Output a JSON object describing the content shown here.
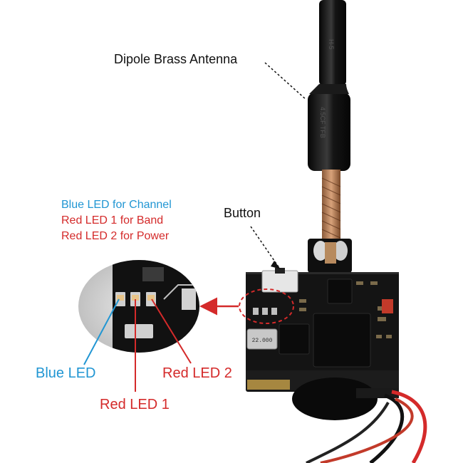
{
  "labels": {
    "antenna": "Dipole Brass Antenna",
    "button": "Button",
    "legend": {
      "channel": "Blue LED for Channel",
      "band": "Red LED 1 for Band",
      "power": "Red LED 2 for Power"
    },
    "blue_led": "Blue LED",
    "red_led_1": "Red LED 1",
    "red_led_2": "Red LED 2"
  },
  "chip_marking": "22.000",
  "colors": {
    "blue": "#2196d3",
    "red": "#d42a2a",
    "black": "#111111",
    "pcb": "#141414",
    "gold": "#c9a24a"
  }
}
